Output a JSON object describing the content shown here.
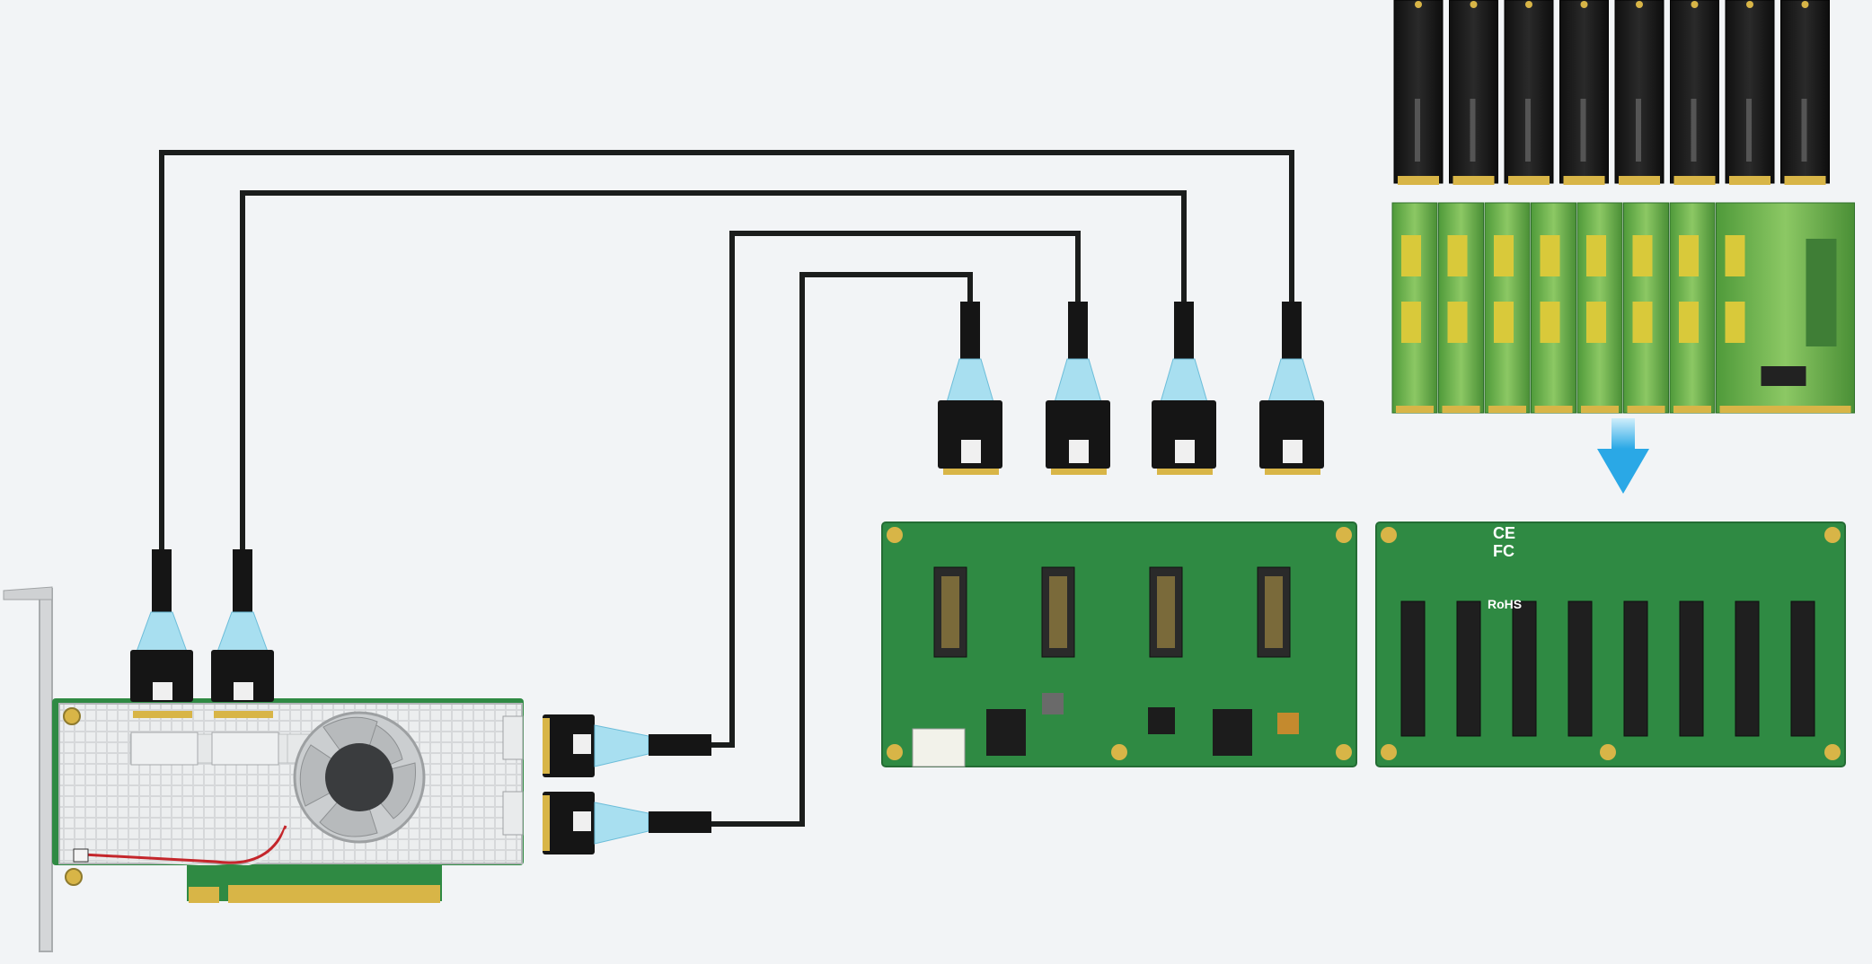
{
  "diagram": {
    "components": [
      {
        "id": "pcie-host-card",
        "kind": "PCIe x16 adapter card with heatsink and fan",
        "slimsas_ports": 4
      },
      {
        "id": "cable-1",
        "kind": "SlimSAS cable"
      },
      {
        "id": "cable-2",
        "kind": "SlimSAS cable"
      },
      {
        "id": "cable-3",
        "kind": "SlimSAS cable"
      },
      {
        "id": "cable-4",
        "kind": "SlimSAS cable"
      },
      {
        "id": "backplane-left",
        "kind": "backplane board",
        "connectors": 4
      },
      {
        "id": "backplane-right",
        "kind": "backplane board",
        "connectors": 8
      },
      {
        "id": "ssd-array",
        "kind": "M.2 NVMe SSD",
        "count": 8
      },
      {
        "id": "m2-carrier-array",
        "kind": "M.2 carrier board",
        "count": 8
      }
    ],
    "board_markings": [
      "CE",
      "FC",
      "RoHS"
    ],
    "colors": {
      "background": "#f2f4f6",
      "cable": "#1b1d1c",
      "pcb": "#2f8a43",
      "pcb_light": "#6fbf52",
      "heatsink": "#c9ccce",
      "connector": "#151515",
      "gold": "#d8b547",
      "ssd": "#1a1a1a",
      "arrow": "#49b8ec",
      "cable_wire": "#a8dff0"
    }
  }
}
